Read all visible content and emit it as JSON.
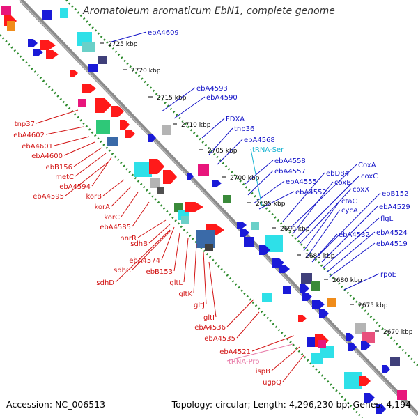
{
  "title": "Aromatoleum aromaticum EbN1, complete genome",
  "footer": {
    "accession": "Accession: NC_006513",
    "topology": "Topology: circular; Length: 4,296,230 bp; Genes: 4,194"
  },
  "colors": {
    "backbone": "#8c8c8c",
    "dots": "#2e8b2e",
    "red_label": "#d21414",
    "blue_label": "#1414c8",
    "trna_label_cyan": "#19b4d2",
    "trna_label_pink": "#e87aa8",
    "tick_text": "#000000"
  },
  "ticks": [
    {
      "label": "2725 kbp"
    },
    {
      "label": "2720 kbp"
    },
    {
      "label": "2715 kbp"
    },
    {
      "label": "2710 kbp"
    },
    {
      "label": "2705 kbp"
    },
    {
      "label": "2700 kbp"
    },
    {
      "label": "2695 kbp"
    },
    {
      "label": "2690 kbp"
    },
    {
      "label": "2685 kbp"
    },
    {
      "label": "2680 kbp"
    },
    {
      "label": "2675 kbp"
    },
    {
      "label": "2670 kbp"
    }
  ],
  "red_labels": [
    {
      "label": "tnp37"
    },
    {
      "label": "ebA4602"
    },
    {
      "label": "ebA4601"
    },
    {
      "label": "ebA4600"
    },
    {
      "label": "ebB156"
    },
    {
      "label": "metC"
    },
    {
      "label": "ebA4594"
    },
    {
      "label": "ebA4595"
    },
    {
      "label": "korB"
    },
    {
      "label": "korA"
    },
    {
      "label": "korC"
    },
    {
      "label": "ebA4585"
    },
    {
      "label": "nnrR"
    },
    {
      "label": "sdhB"
    },
    {
      "label": "ebA4574"
    },
    {
      "label": "sdhC"
    },
    {
      "label": "ebB153"
    },
    {
      "label": "sdhD"
    },
    {
      "label": "gltL"
    },
    {
      "label": "gltK"
    },
    {
      "label": "gltJ"
    },
    {
      "label": "gltI"
    },
    {
      "label": "ebA4536"
    },
    {
      "label": "ebA4535"
    },
    {
      "label": "ebA4521"
    },
    {
      "label": "ispB"
    },
    {
      "label": "ugpQ"
    }
  ],
  "blue_labels": [
    {
      "label": "ebA4609"
    },
    {
      "label": "ebA4593"
    },
    {
      "label": "ebA4590"
    },
    {
      "label": "FDXA"
    },
    {
      "label": "tnp36"
    },
    {
      "label": "ebA4568"
    },
    {
      "label": "ebA4558"
    },
    {
      "label": "ebA4557"
    },
    {
      "label": "ebA4555"
    },
    {
      "label": "ebA4552"
    },
    {
      "label": "ebD84"
    },
    {
      "label": "CoxA"
    },
    {
      "label": "coxB"
    },
    {
      "label": "coxC"
    },
    {
      "label": "coxX"
    },
    {
      "label": "ebB152"
    },
    {
      "label": "ctaC"
    },
    {
      "label": "cycA"
    },
    {
      "label": "ebA4529"
    },
    {
      "label": "flgL"
    },
    {
      "label": "ebA4532"
    },
    {
      "label": "ebA4524"
    },
    {
      "label": "ebA4519"
    },
    {
      "label": "rpoE"
    }
  ],
  "trna_labels": [
    {
      "label": "tRNA-Ser"
    },
    {
      "label": "tRNA-Pro"
    }
  ]
}
